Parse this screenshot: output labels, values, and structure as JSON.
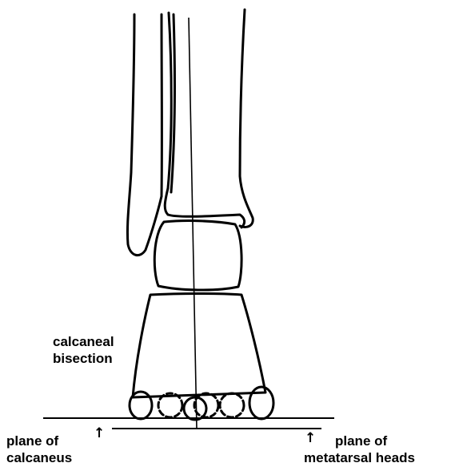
{
  "labels": {
    "bisection_line1": "calcaneal",
    "bisection_line2": "bisection",
    "calcaneus_line1": "plane of",
    "calcaneus_line2": "calcaneus",
    "metatarsal_line1": "plane of",
    "metatarsal_line2": "metatarsal heads"
  },
  "arrow_glyph": "↑",
  "colors": {
    "ink": "#000000",
    "background": "#ffffff"
  }
}
